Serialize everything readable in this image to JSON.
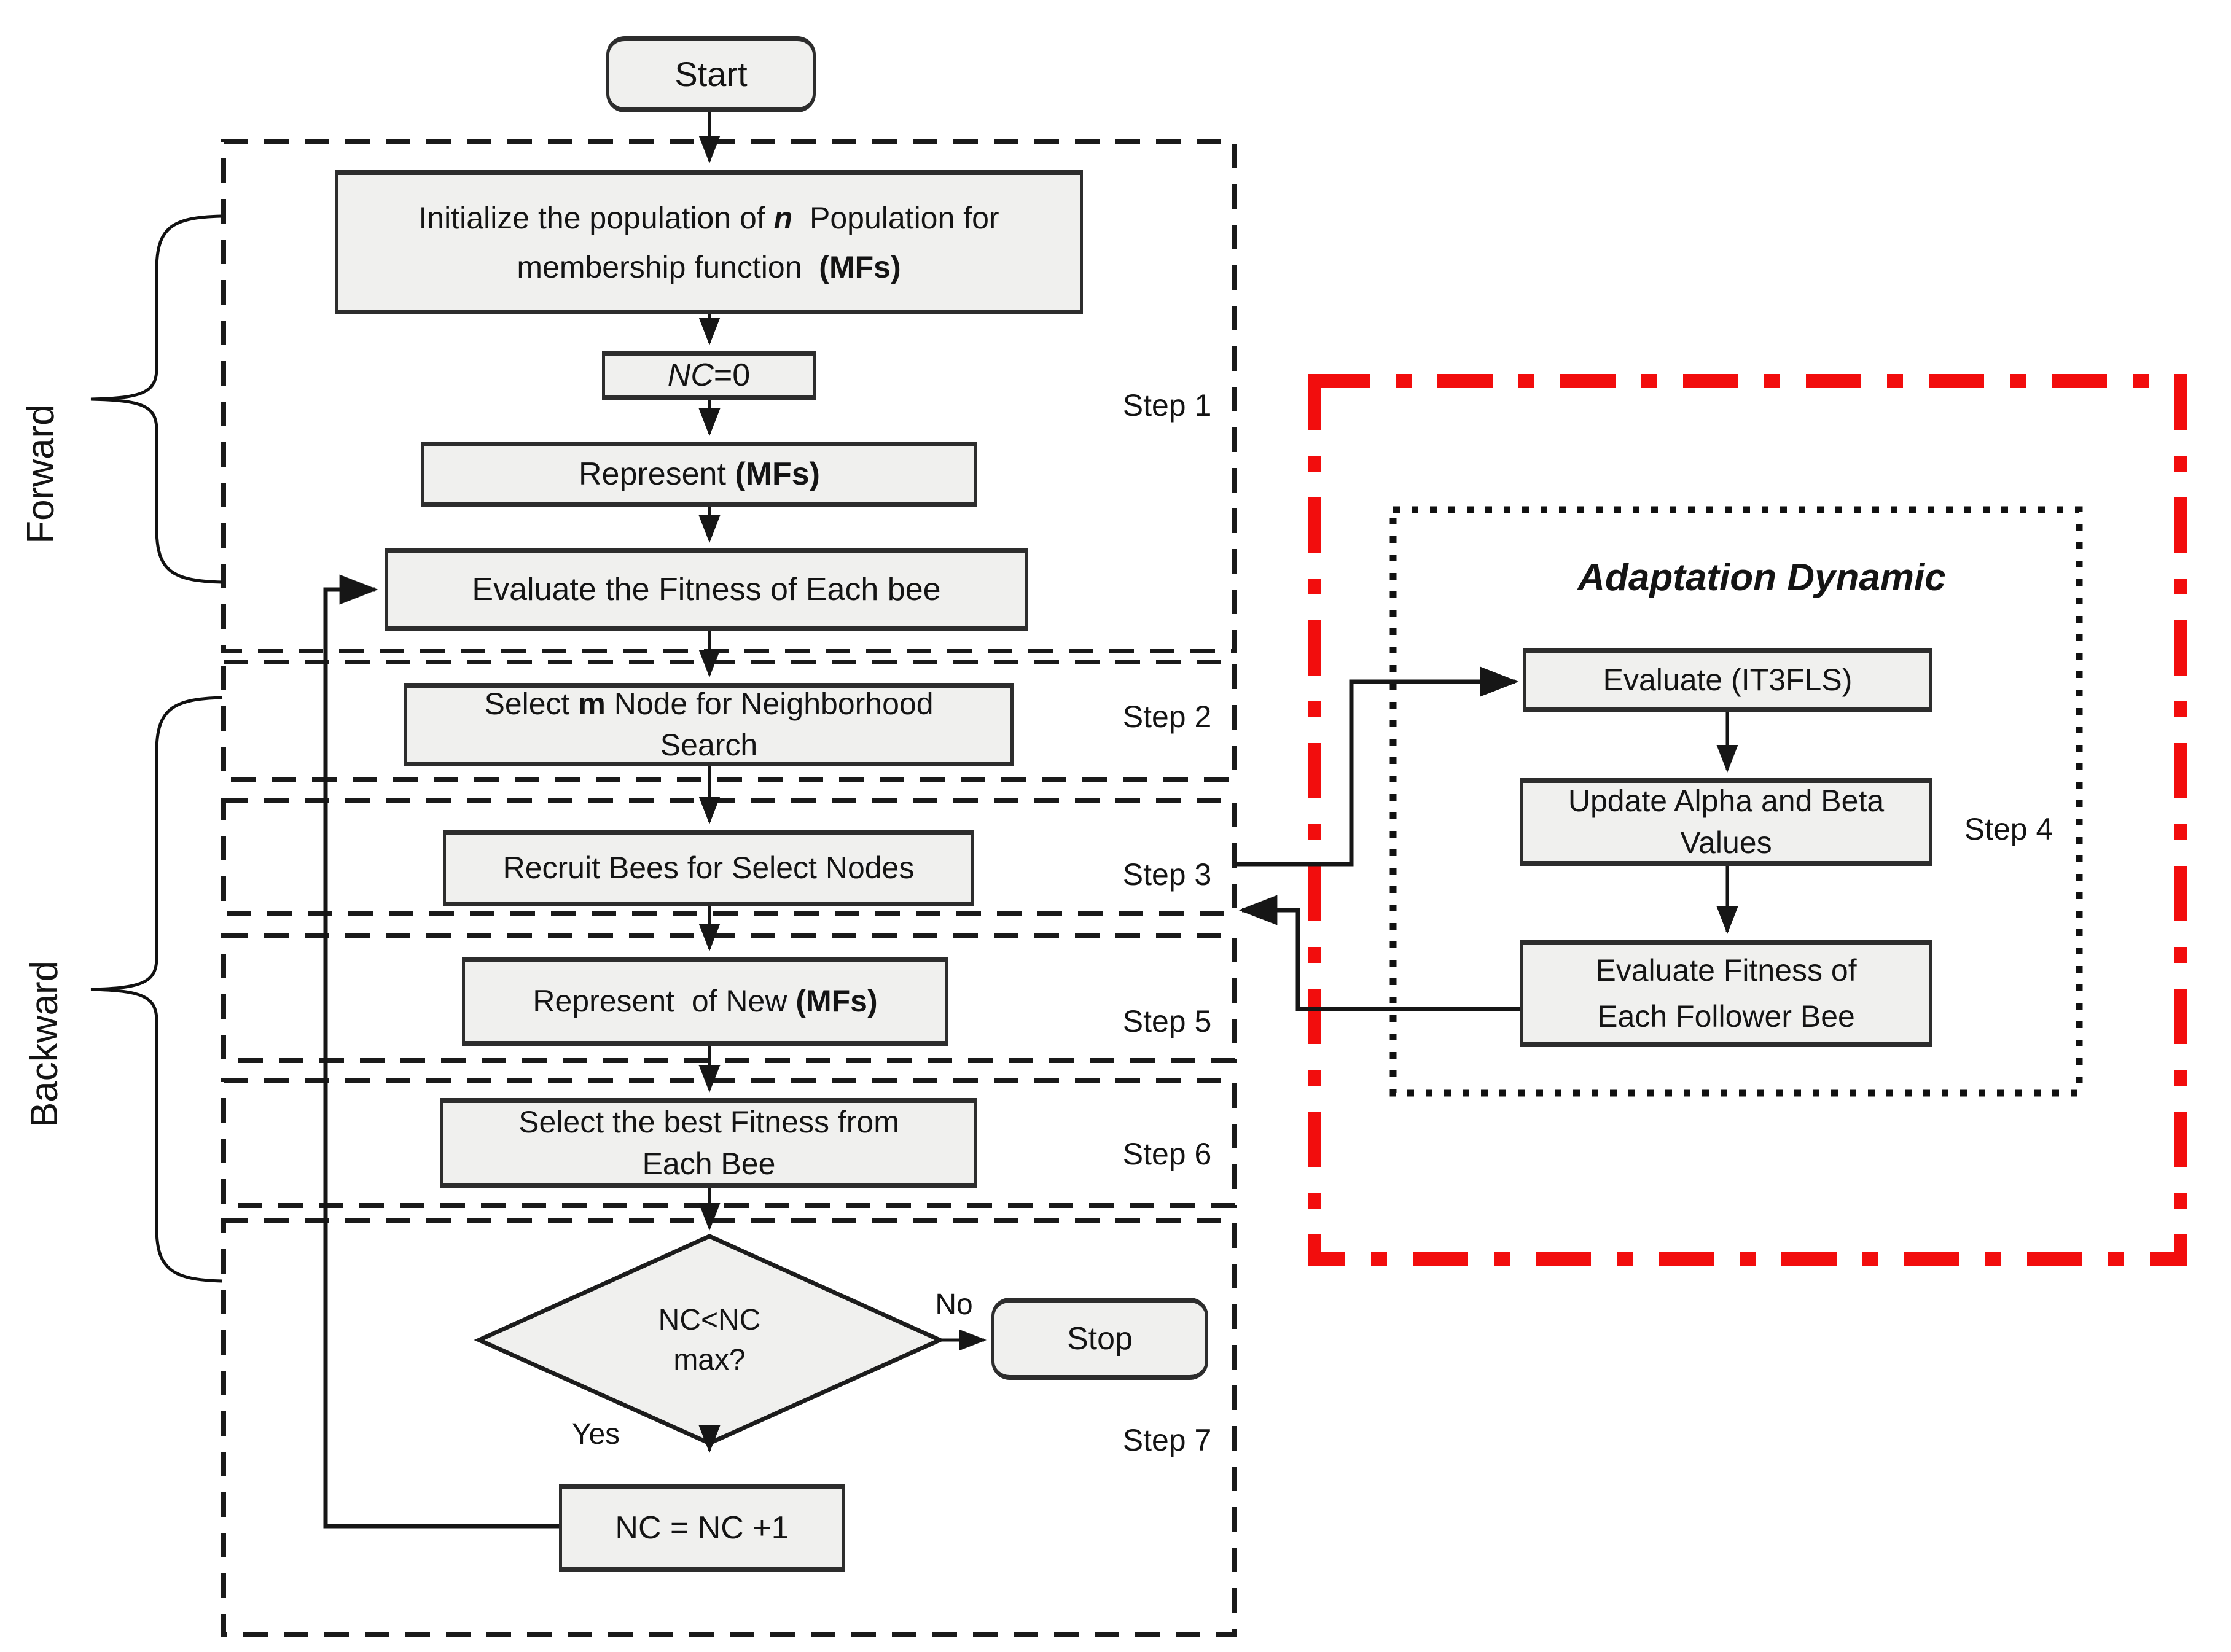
{
  "flowchart": {
    "start": "Start",
    "init_l1a": "Initialize the population of ",
    "init_l1b": "n",
    "init_l1c": "  Population for",
    "init_l2a": "membership function  ",
    "init_l2b": "(MFs)",
    "nc0_a": "NC",
    "nc0_b": "=0",
    "represent_a": "Represent ",
    "represent_b": "(MFs)",
    "evaluate": "Evaluate the Fitness of Each bee",
    "selectm_a": "Select ",
    "selectm_b": "m",
    "selectm_c": " Node for Neighborhood",
    "selectm_l2": "Search",
    "recruit": "Recruit Bees for Select Nodes",
    "repnew_a": "Represent  of New ",
    "repnew_b": "(MFs)",
    "selbest_l1": "Select the best Fitness from",
    "selbest_l2": "Each Bee",
    "decision_l1": "NC<NC",
    "decision_l2": "max?",
    "stop": "Stop",
    "ncinc": "NC = NC +1",
    "yes": "Yes",
    "no": "No"
  },
  "steps": {
    "s1": "Step 1",
    "s2": "Step 2",
    "s3": "Step 3",
    "s4": "Step 4",
    "s5": "Step 5",
    "s6": "Step 6",
    "s7": "Step 7"
  },
  "phases": {
    "forward": "Forward",
    "backward": "Backward"
  },
  "adaptation": {
    "title": "Adaptation Dynamic",
    "evaluate_it3fls": "Evaluate (IT3FLS)",
    "update_l1": "Update Alpha and Beta",
    "update_l2": "Values",
    "follower_l1": "Evaluate Fitness of",
    "follower_l2": "Each Follower Bee"
  },
  "colors": {
    "box_fill": "#f0f0ee",
    "box_border": "#2d2d2d",
    "line": "#161616",
    "red": "#f20d0d",
    "text": "#141414"
  }
}
